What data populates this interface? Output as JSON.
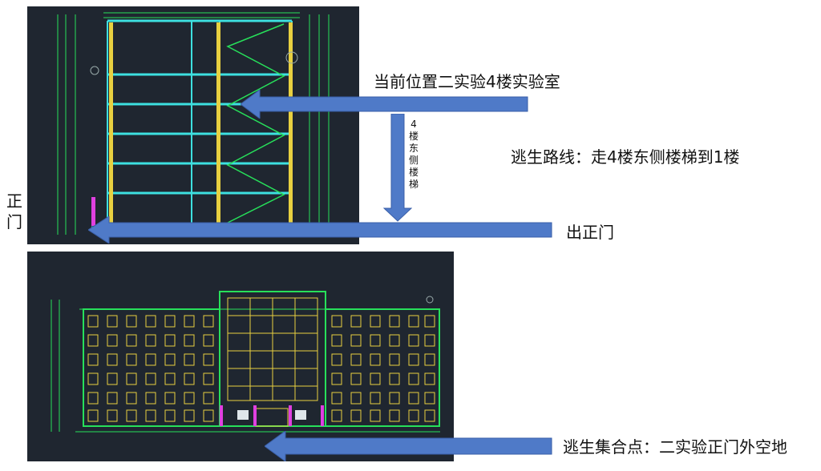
{
  "annotations": {
    "current_location": "当前位置二实验4楼实验室",
    "route": "逃生路线：走4楼东侧楼梯到1楼",
    "stair_vertical": [
      "4",
      "楼",
      "东",
      "侧",
      "楼",
      "梯"
    ],
    "exit_main_gate": "出正门",
    "main_gate_side": [
      "正",
      "门"
    ],
    "assembly_point": "逃生集合点：二实验正门外空地"
  },
  "colors": {
    "cad_bg": "#1f2630",
    "arrow_fill": "#4f7ac8",
    "arrow_stroke": "#3a5fa8",
    "cad_green": "#27e05a",
    "cad_cyan": "#3de0e0",
    "cad_yellow": "#e8d040",
    "cad_magenta": "#e040e0"
  },
  "icons": [
    "arrow-left-icon",
    "arrow-down-icon"
  ]
}
